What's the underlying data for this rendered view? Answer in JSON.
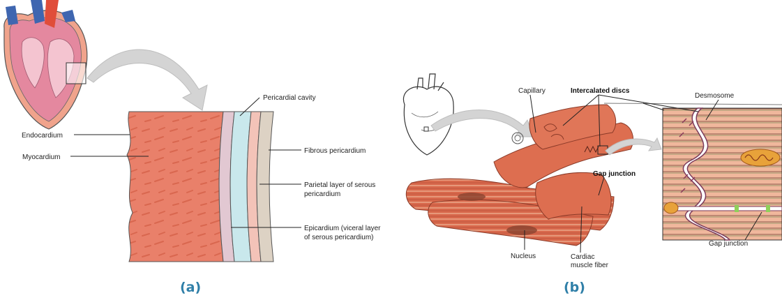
{
  "panel_a": {
    "label": "(a)",
    "callouts": {
      "endocardium": "Endocardium",
      "myocardium": "Myocardium",
      "pericardial_cavity": "Pericardial cavity",
      "fibrous_pericardium": "Fibrous pericardium",
      "parietal_line1": "Parietal layer of serous",
      "parietal_line2": "pericardium",
      "epicardium_line1": "Epicardium (viceral layer",
      "epicardium_line2": "of serous pericardium)"
    }
  },
  "panel_b": {
    "label": "(b)",
    "callouts": {
      "capillary": "Capillary",
      "intercalated_discs": "Intercalated discs",
      "gap_junction": "Gap junction",
      "nucleus": "Nucleus",
      "cardiac_fiber_line1": "Cardiac",
      "cardiac_fiber_line2": "muscle fiber",
      "desmosome": "Desmosome",
      "gap_junction_zoom": "Gap junction"
    }
  },
  "colors": {
    "myocardium": "#e9806a",
    "epicardium": "#e2c8d2",
    "pericardial_cavity": "#c9e8ec",
    "parietal_layer": "#f3c3b8",
    "fibrous_pericardium": "#ddd2c4",
    "muscle_fiber": "#d9694c",
    "panel_label": "#2f7fa8"
  }
}
